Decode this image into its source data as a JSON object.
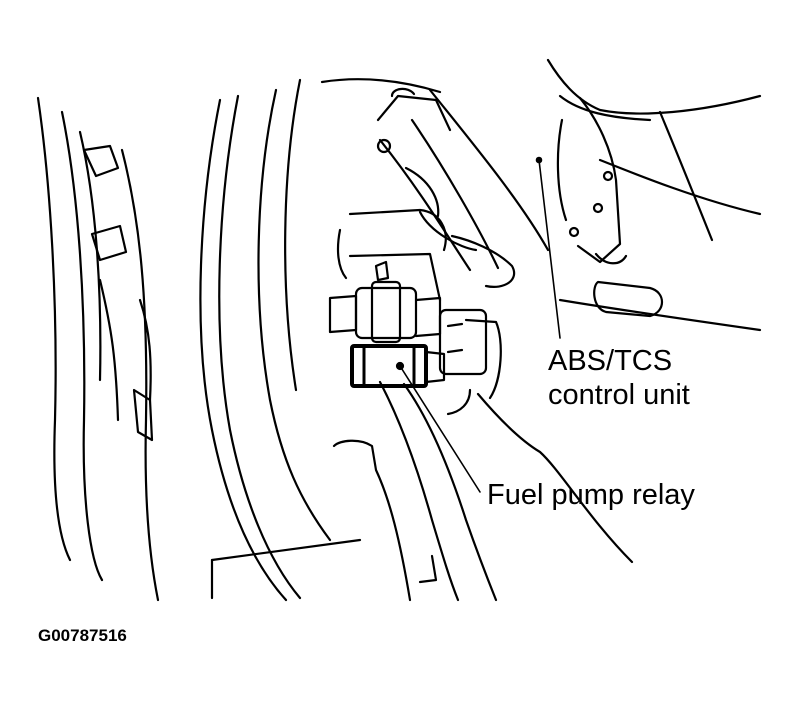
{
  "labels": {
    "abs_line1": "ABS/TCS",
    "abs_line2": "control unit",
    "fuel_pump_relay": "Fuel pump relay",
    "figure_id": "G00787516"
  },
  "colors": {
    "ink": "#000000",
    "paper": "#ffffff"
  }
}
